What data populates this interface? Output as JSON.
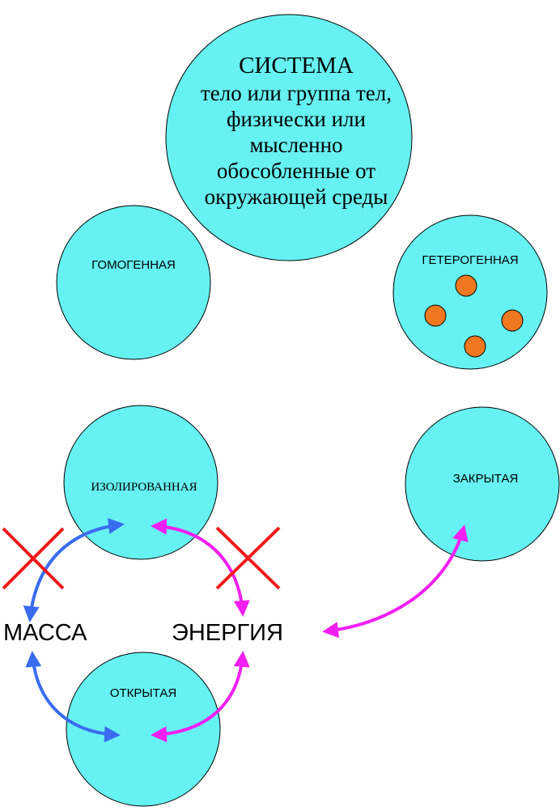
{
  "colors": {
    "circle_fill": "#66F2F2",
    "circle_stroke": "#000000",
    "particle_fill": "#F07820",
    "mass_arrow": "#3A6CF0",
    "energy_arrow": "#F21EF2",
    "cross": "#F01818",
    "text": "#000000"
  },
  "system": {
    "title": "СИСТЕМА",
    "description": [
      "тело или группа тел,",
      "физически или",
      "мысленно",
      "обособленные от",
      "окружающей среды"
    ]
  },
  "homogeneous": {
    "label": "ГОМОГЕННАЯ"
  },
  "heterogeneous": {
    "label": "ГЕТЕРОГЕННАЯ"
  },
  "isolated": {
    "label": "ИЗОЛИРОВАННАЯ"
  },
  "closed": {
    "label": "ЗАКРЫТАЯ"
  },
  "open": {
    "label": "ОТКРЫТАЯ"
  },
  "mass": {
    "label": "МАССА"
  },
  "energy": {
    "label": "ЭНЕРГИЯ"
  }
}
